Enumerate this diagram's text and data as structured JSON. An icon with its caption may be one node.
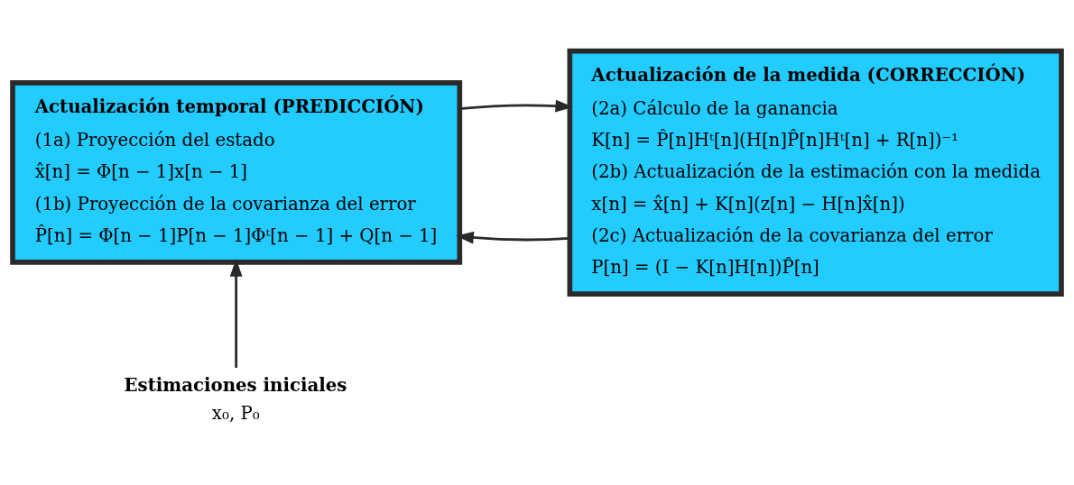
{
  "diagram": {
    "nodes": [
      {
        "text": [
          "Actualización temporal (PREDICCIÓN)",
          "(1a) Proyección del estado",
          "x̂[n] = Φ[n − 1]x[n − 1]",
          "(1b) Proyección de la covarianza del error",
          "P̂[n] = Φ[n − 1]P[n − 1]Φᵗ[n − 1] + Q[n − 1]"
        ]
      },
      {
        "text": [
          "Actualización de la medida (CORRECCIÓN)",
          "(2a) Cálculo de la ganancia",
          "K[n] = P̂[n]Hᵗ[n](H[n]P̂[n]Hᵗ[n] + R[n])⁻¹",
          "(2b) Actualización de la estimación con la medida",
          "x[n] = x̂[n] + K[n](z[n] − H[n]x̂[n])",
          "(2c) Actualización de la covarianza del error",
          "P[n] = (I − K[n]H[n])P̂[n]"
        ]
      },
      {
        "text": [
          "Estimaciones iniciales",
          "x₀, P₀"
        ]
      }
    ],
    "edges": [
      {
        "from": 0,
        "to": 1,
        "arrow": "to"
      },
      {
        "from": 1,
        "to": 0,
        "arrow": "to"
      },
      {
        "from": 2,
        "to": 0,
        "arrow": "to"
      }
    ]
  }
}
